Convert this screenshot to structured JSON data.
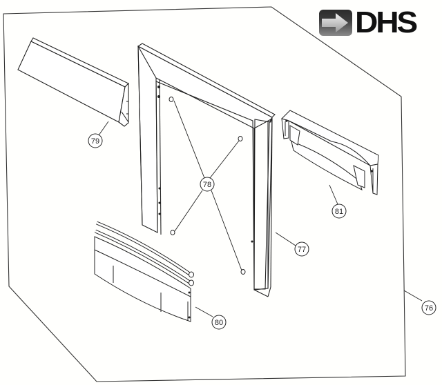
{
  "logo": {
    "text": "DHS",
    "icon": "arrow-right-icon"
  },
  "diagram": {
    "type": "exploded-parts-view",
    "outline_color": "#333333",
    "line_color": "#222222",
    "background": "#fffffd"
  },
  "callouts": [
    {
      "id": "76",
      "label": "76",
      "part": "assembly-outline"
    },
    {
      "id": "77",
      "label": "77",
      "part": "surround-frame"
    },
    {
      "id": "78",
      "label": "78",
      "part": "fixing-pins"
    },
    {
      "id": "79",
      "label": "79",
      "part": "top-hood"
    },
    {
      "id": "80",
      "label": "80",
      "part": "curved-front-fret"
    },
    {
      "id": "81",
      "label": "81",
      "part": "upper-trim-bracket"
    }
  ]
}
